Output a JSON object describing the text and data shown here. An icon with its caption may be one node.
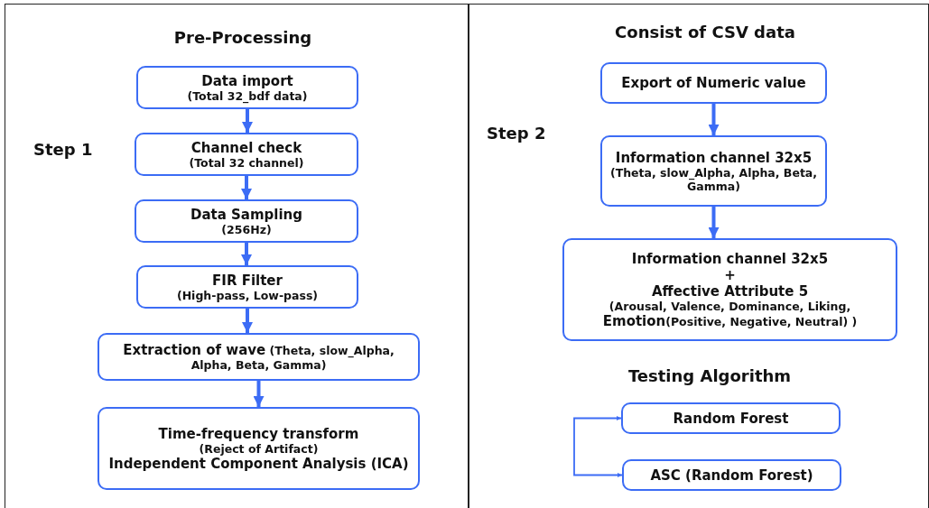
{
  "diagram": {
    "nodes": [
      {
        "text": [
          "Pre-Processing",
          "Step 1"
        ]
      },
      {
        "text": [
          "Data import",
          "(Total 32_bdf data)"
        ],
        "in": 0
      },
      {
        "text": [
          "Channel check",
          "(Total 32 channel)"
        ],
        "in": 0
      },
      {
        "text": [
          "Data Sampling",
          "(256Hz)"
        ],
        "in": 0
      },
      {
        "text": [
          "FIR Filter",
          "(High-pass,  Low-pass)"
        ],
        "in": 0
      },
      {
        "text": [
          "**Extraction of wave** (Theta, slow_Alpha, Alpha, Beta, Gamma)"
        ],
        "in": 0
      },
      {
        "text": [
          "Time-frequency transform",
          "(Reject of Artifact)",
          "Independent Component Analysis (ICA)"
        ],
        "in": 0
      },
      {
        "text": [
          "Consist of CSV data",
          "Step 2",
          "Testing Algorithm"
        ]
      },
      {
        "text": [
          "Export of Numeric value"
        ],
        "in": 7
      },
      {
        "text": [
          "Information channel 32x5",
          "(Theta, slow_Alpha, Alpha, Beta, Gamma)"
        ],
        "in": 7
      },
      {
        "text": [
          "Information channel 32x5",
          "+",
          "Affective Attribute 5",
          "(Arousal, Valence, Dominance, Liking, **Emotion**(Positive, Negative, Neutral) )"
        ],
        "in": 7
      },
      {
        "text": [
          "Random Forest"
        ],
        "in": 7
      },
      {
        "text": [
          "ASC (Random Forest)"
        ],
        "in": 7
      }
    ],
    "edges": [
      {
        "from": 1,
        "to": 2,
        "arrow": "to"
      },
      {
        "from": 2,
        "to": 3,
        "arrow": "to"
      },
      {
        "from": 3,
        "to": 4,
        "arrow": "to"
      },
      {
        "from": 4,
        "to": 5,
        "arrow": "to"
      },
      {
        "from": 5,
        "to": 6,
        "arrow": "to"
      },
      {
        "from": 8,
        "to": 9,
        "arrow": "to"
      },
      {
        "from": 9,
        "to": 10,
        "arrow": "to"
      },
      {
        "from": 11,
        "to": 12,
        "arrow": "both"
      }
    ]
  }
}
